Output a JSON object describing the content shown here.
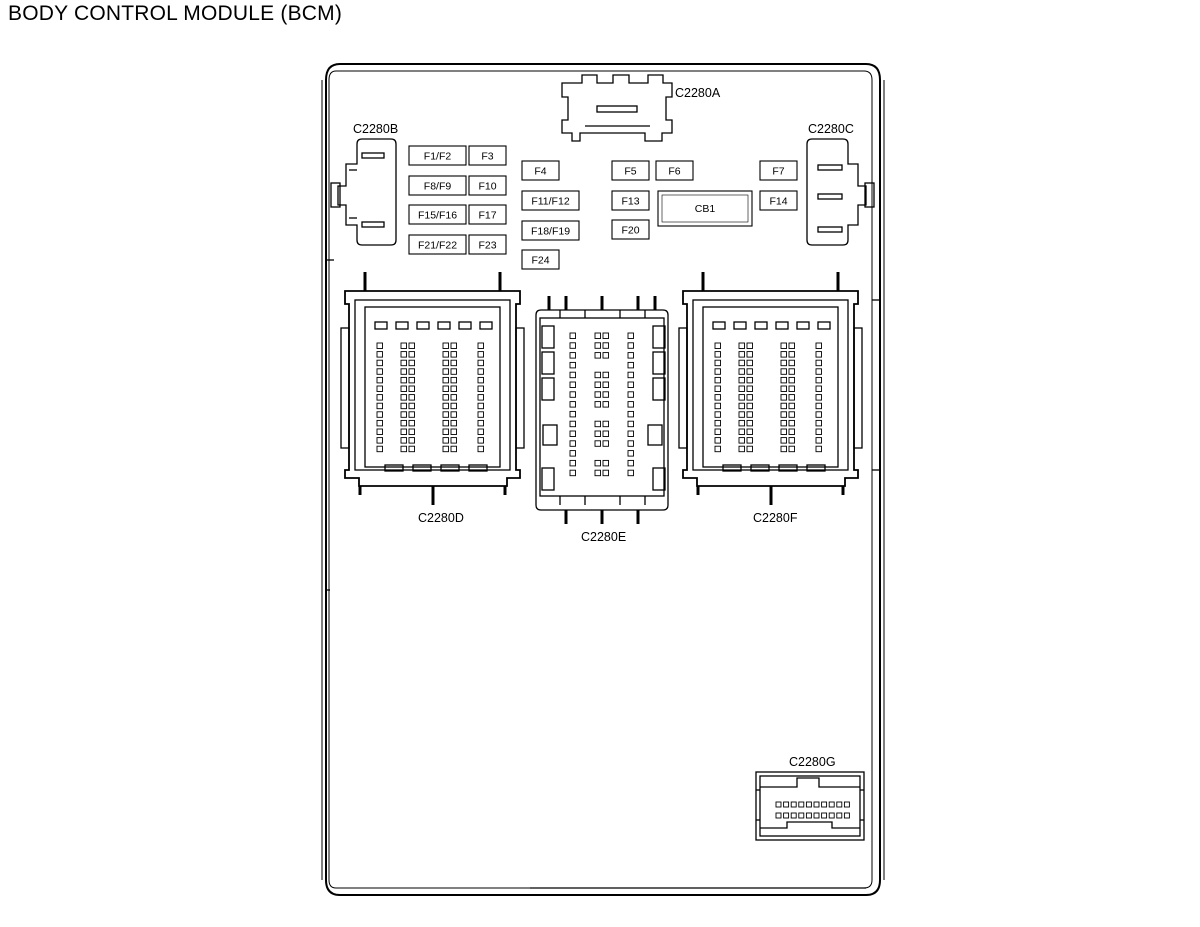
{
  "title": "BODY CONTROL MODULE (BCM)",
  "connectors": {
    "a": "C2280A",
    "b": "C2280B",
    "c": "C2280C",
    "d": "C2280D",
    "e": "C2280E",
    "f": "C2280F",
    "g": "C2280G"
  },
  "fuses": [
    "F1/F2",
    "F3",
    "F8/F9",
    "F10",
    "F15/F16",
    "F17",
    "F21/F22",
    "F23",
    "F4",
    "F11/F12",
    "F18/F19",
    "F24",
    "F5",
    "F6",
    "F13",
    "F20",
    "CB1",
    "F7",
    "F14"
  ]
}
